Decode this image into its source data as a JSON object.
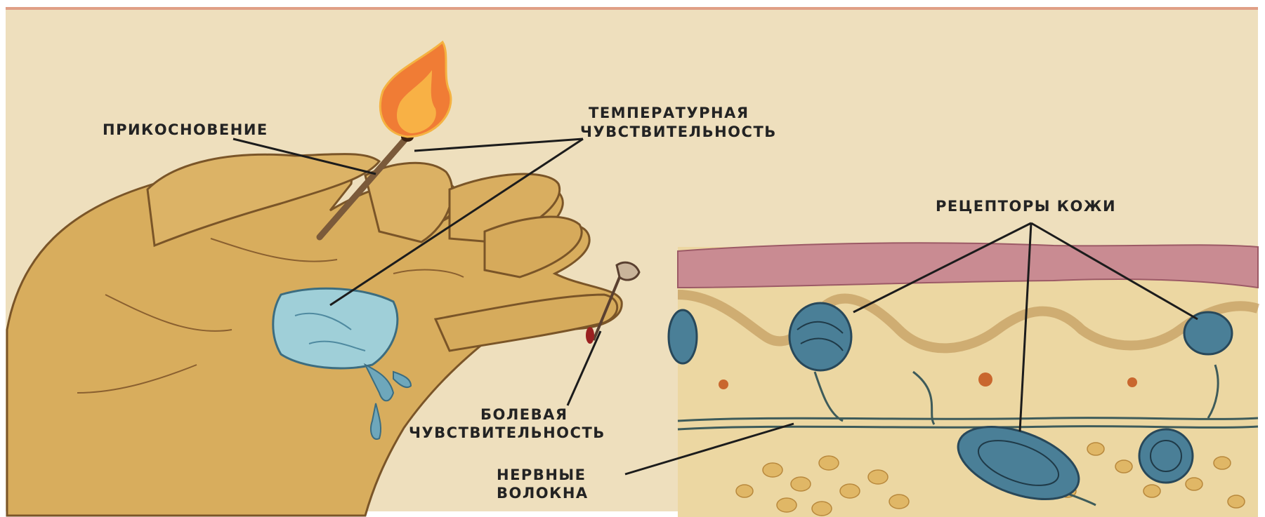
{
  "labels": {
    "touch": "ПРИКОСНОВЕНИЕ",
    "temperature_line1": "ТЕМПЕРАТУРНАЯ",
    "temperature_line2": "ЧУВСТВИТЕЛЬНОСТЬ",
    "skin_receptors": "РЕЦЕПТОРЫ КОЖИ",
    "pain_line1": "БОЛЕВАЯ",
    "pain_line2": "ЧУВСТВИТЕЛЬНОСТЬ",
    "nerve_line1": "НЕРВНЫЕ",
    "nerve_line2": "ВОЛОКНА"
  },
  "colors": {
    "paper": "#eedfbd",
    "skin": "#d9ae5e",
    "epidermis": "#c98b92",
    "receptor": "#4a7f97",
    "ice": "#9fcfd8",
    "flame": "#f07c35"
  }
}
